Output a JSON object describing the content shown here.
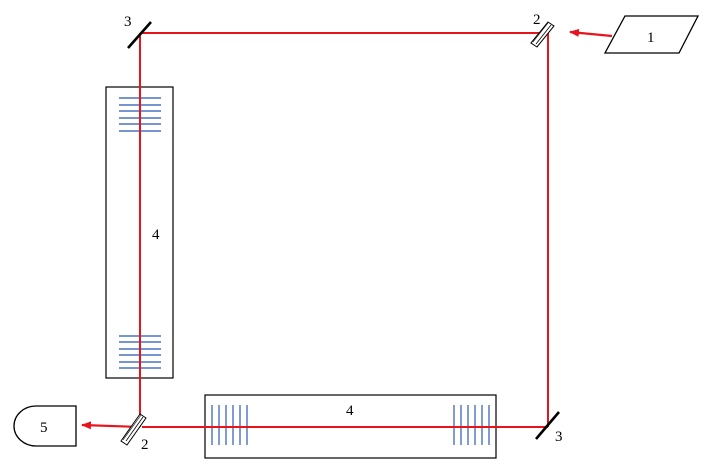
{
  "diagram": {
    "labels": {
      "source": "1",
      "splitter_top": "2",
      "splitter_bottom": "2",
      "mirror_top": "3",
      "mirror_bottom": "3",
      "tube_vertical": "4",
      "tube_horizontal": "4",
      "detector": "5"
    },
    "colors": {
      "beam": "#e8141c",
      "grating": "#4a72c0",
      "outline": "#000000",
      "background": "#ffffff"
    }
  }
}
